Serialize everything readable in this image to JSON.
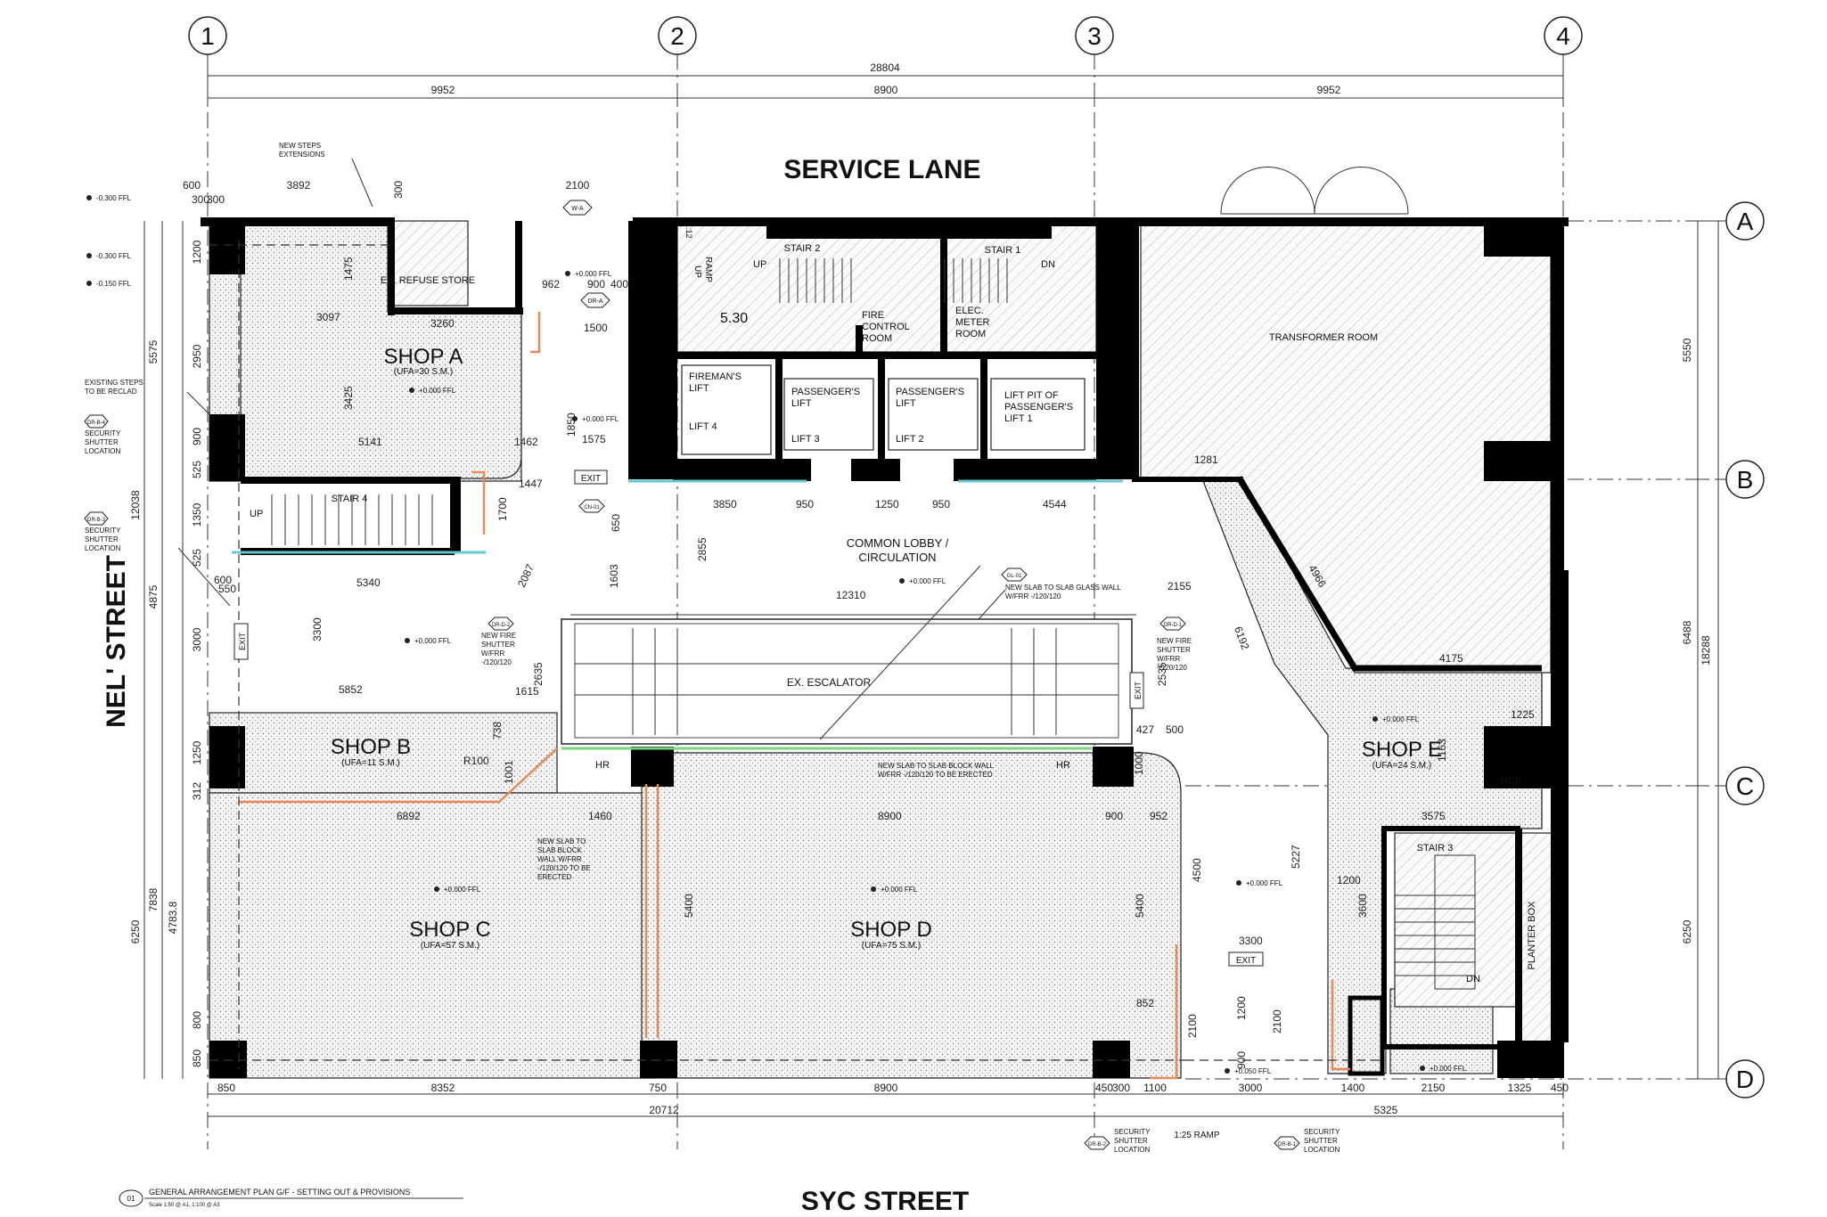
{
  "grid": {
    "cols": [
      "1",
      "2",
      "3",
      "4"
    ],
    "rows": [
      "A",
      "B",
      "C",
      "D"
    ]
  },
  "top_dims": {
    "overall": "28804",
    "bay1": "9952",
    "bay2": "8900",
    "bay3": "9952"
  },
  "right_dims": {
    "overall": "18288",
    "ab": "5550",
    "bc": "6488",
    "cd": "6250"
  },
  "left_dims": {
    "d1": "5575",
    "d2": "12038",
    "d3": "4875",
    "d4": "7838",
    "d5": "6250",
    "d6": "4783.8",
    "d7": "600",
    "d8": "3892",
    "d9": "300",
    "d10": "2100",
    "d11": "1200",
    "d12": "800",
    "d13": "2950",
    "d14": "900",
    "d15": "525",
    "d16": "1350",
    "d17": "525",
    "d18": "3000",
    "d19": "1250",
    "d20": "800",
    "d21": "850",
    "d22": "550",
    "d23": "600",
    "d24": "312",
    "d25": "300",
    "d26": "300"
  },
  "bottom_dims": {
    "total_left": "20712",
    "total_right": "5325",
    "b1": "850",
    "b2": "8352",
    "b3": "750",
    "b4": "8900",
    "b5": "450",
    "b6": "300",
    "b7": "1100",
    "b8": "3000",
    "b9": "1400",
    "b10": "2150",
    "b11": "1325",
    "b12": "450"
  },
  "streets": {
    "north": "SERVICE LANE",
    "south": "SYC STREET",
    "west": "NEL' STREET"
  },
  "shops": {
    "a": {
      "name": "SHOP A",
      "ufa": "(UFA=30 S.M.)"
    },
    "b": {
      "name": "SHOP B",
      "ufa": "(UFA=11 S.M.)"
    },
    "c": {
      "name": "SHOP C",
      "ufa": "(UFA=57 S.M.)"
    },
    "d": {
      "name": "SHOP D",
      "ufa": "(UFA=75 S.M.)"
    },
    "e": {
      "name": "SHOP E",
      "ufa": "(UFA=24 S.M.)"
    }
  },
  "rooms": {
    "refuse": "EX. REFUSE STORE",
    "stair1": "STAIR 1",
    "stair2": "STAIR 2",
    "stair3": "STAIR 3",
    "stair4": "STAIR 4",
    "fire_control": [
      "FIRE",
      "CONTROL",
      "ROOM"
    ],
    "elec_meter": [
      "ELEC.",
      "METER",
      "ROOM"
    ],
    "transformer": "TRANSFORMER ROOM",
    "firemans_lift": [
      "FIREMAN'S",
      "LIFT",
      "LIFT 4"
    ],
    "lift3": [
      "PASSENGER'S",
      "LIFT",
      "LIFT 3"
    ],
    "lift2": [
      "PASSENGER'S",
      "LIFT",
      "LIFT 2"
    ],
    "lift_pit": [
      "LIFT PIT OF",
      "PASSENGER'S",
      "LIFT 1"
    ],
    "lobby": [
      "COMMON LOBBY /",
      "CIRCULATION"
    ],
    "escalator": "EX. ESCALATOR",
    "planter": "PLANTER BOX",
    "ramp_up": [
      "RAMP",
      "UP",
      "1:12"
    ],
    "ramp": "1:25 RAMP",
    "level_530": "5.30",
    "up": "UP",
    "dn": "DN",
    "exit": "EXIT",
    "hr": "HR",
    "mcb": "MCB"
  },
  "notes": {
    "new_steps": [
      "NEW STEPS",
      "EXTENSIONS"
    ],
    "existing_steps": [
      "EXISTING STEPS",
      "TO BE RECLAD"
    ],
    "security_shutter": [
      "SECURITY",
      "SHUTTER",
      "LOCATION"
    ],
    "fire_shutter": [
      "NEW FIRE",
      "SHUTTER",
      "W/FRR",
      "-/120/120"
    ],
    "glass_wall": [
      "NEW SLAB TO SLAB GLASS WALL",
      "W/FRR -/120/120"
    ],
    "block_wall_long": [
      "NEW SLAB TO SLAB BLOCK WALL",
      "W/FRR -/120/120 TO BE ERECTED"
    ],
    "block_wall_short": [
      "NEW SLAB TO",
      "SLAB BLOCK",
      "WALL W/FRR",
      "-/120/120 TO BE",
      "ERECTED"
    ]
  },
  "tags": {
    "wa": "W-A",
    "dra": "DR-A",
    "drb4": "DR-B-4",
    "drb3": "DR-B-3",
    "drd2": "DR-D-2",
    "drd1": "DR-D-1",
    "drb2": "DR-B-2",
    "drb1": "DR-B-1",
    "gl01": "GL-01",
    "cn01": "CN-01"
  },
  "levels": {
    "ffl0": "+0.000 FFL",
    "ffl300": "-0.300 FFL",
    "ffl150": "-0.150 FFL",
    "ffl050": "+0.050 FFL"
  },
  "inner_dims": {
    "i1": "3097",
    "i2": "3260",
    "i3": "1475",
    "i4": "3425",
    "i5": "5141",
    "i6": "1462",
    "i7": "1447",
    "i8": "5340",
    "i9": "3300",
    "i10": "5852",
    "i11": "1615",
    "i12": "3850",
    "i13": "950",
    "i14": "1250",
    "i15": "950",
    "i16": "4544",
    "i17": "12310",
    "i18": "2855",
    "i19": "1603",
    "i20": "2087",
    "i21": "2155",
    "i22": "6192",
    "i23": "4175",
    "i24": "4966",
    "i25": "1281",
    "i26": "3575",
    "i27": "1163",
    "i28": "1225",
    "i29": "6892",
    "i30": "1460",
    "i31": "8900",
    "i32": "900",
    "i33": "952",
    "i34": "5400",
    "i35": "5400",
    "i36": "4500",
    "i37": "5227",
    "i38": "3300",
    "i39": "3600",
    "i40": "1200",
    "i41": "2100",
    "i42": "1200",
    "i43": "900",
    "i44": "2100",
    "i45": "852",
    "i46": "962",
    "i47": "900",
    "i48": "400",
    "i49": "1500",
    "i50": "1575",
    "i51": "1850",
    "i52": "1700",
    "i53": "650",
    "i54": "2635",
    "i55": "2535",
    "i56": "500",
    "i57": "427",
    "i58": "1000",
    "i59": "738",
    "i60": "R100",
    "i61": "1001"
  },
  "title_block": {
    "number": "01",
    "title": "GENERAL ARRANGEMENT PLAN G/F - SETTING OUT & PROVISIONS",
    "scale": "Scale 1:50 @ A1, 1:100 @ A3"
  }
}
